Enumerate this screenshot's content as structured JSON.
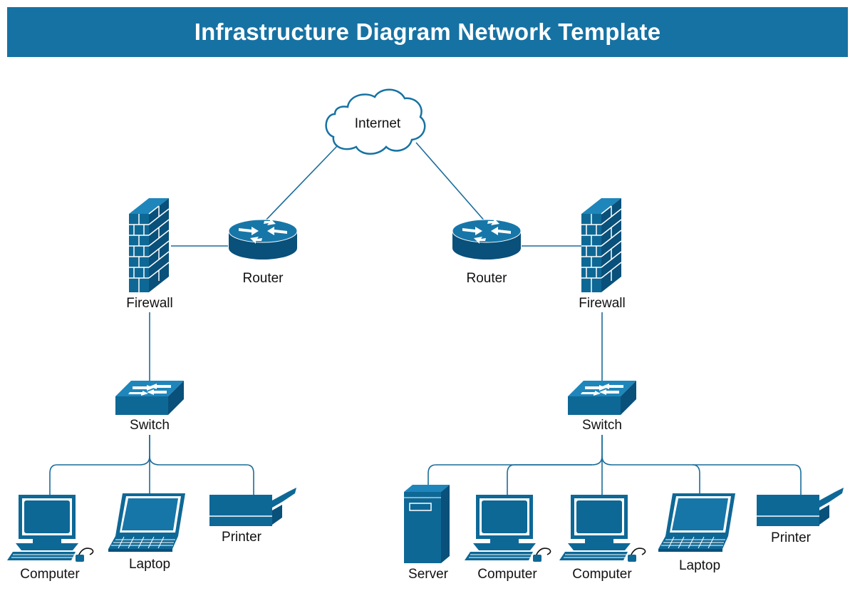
{
  "header": {
    "title": "Infrastructure Diagram Network Template"
  },
  "colors": {
    "banner": "#1672a3",
    "device": "#0e6896",
    "device_dark": "#09507a",
    "line": "#1a6c9a"
  },
  "nodes": {
    "internet": {
      "label": "Internet",
      "icon": "cloud-icon"
    },
    "left_router": {
      "label": "Router",
      "icon": "router-icon"
    },
    "right_router": {
      "label": "Router",
      "icon": "router-icon"
    },
    "left_firewall": {
      "label": "Firewall",
      "icon": "firewall-icon"
    },
    "right_firewall": {
      "label": "Firewall",
      "icon": "firewall-icon"
    },
    "left_switch": {
      "label": "Switch",
      "icon": "switch-icon"
    },
    "right_switch": {
      "label": "Switch",
      "icon": "switch-icon"
    },
    "left_computer": {
      "label": "Computer",
      "icon": "computer-icon"
    },
    "left_laptop": {
      "label": "Laptop",
      "icon": "laptop-icon"
    },
    "left_printer": {
      "label": "Printer",
      "icon": "printer-icon"
    },
    "right_server": {
      "label": "Server",
      "icon": "server-icon"
    },
    "right_computer_1": {
      "label": "Computer",
      "icon": "computer-icon"
    },
    "right_computer_2": {
      "label": "Computer",
      "icon": "computer-icon"
    },
    "right_laptop": {
      "label": "Laptop",
      "icon": "laptop-icon"
    },
    "right_printer": {
      "label": "Printer",
      "icon": "printer-icon"
    }
  }
}
